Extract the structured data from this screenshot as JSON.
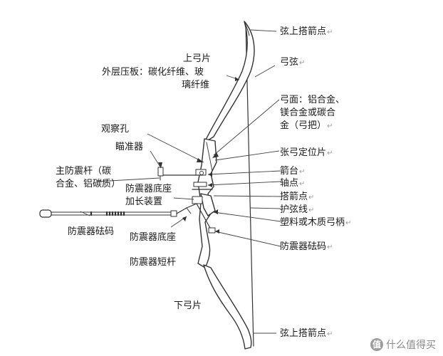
{
  "labels": {
    "upper_nock_point": "弦上搭箭点",
    "upper_limb": "上弓片",
    "laminate": "外层压板：碳化纤维、玻",
    "laminate_cont": "璃纤维",
    "bowstring": "弓弦",
    "riser_line1": "弓面：铝合金、",
    "riser_line2": "镁合金或碳合",
    "riser_line3": "金（弓把）",
    "peep_hole": "观察孔",
    "sight": "瞄准器",
    "limb_pocket": "张弓定位片",
    "long_rod_line1": "主防震杆（碳",
    "long_rod_line2": "合金、铝碳质）",
    "arrow_rest": "箭台",
    "pivot_point": "轴点",
    "stabilizer_base_ext_line1": "防震器底座",
    "stabilizer_base_ext_line2": "加长装置",
    "nocking_point": "搭箭点",
    "string_guard": "护弦线",
    "grip": "塑料或木质弓柄",
    "stabilizer_weight_left": "防震器砝码",
    "stabilizer_base": "防震器底座",
    "stabilizer_weight_right": "防震器砝码",
    "short_rod": "防震器短杆",
    "lower_limb": "下弓片",
    "lower_nock_point": "弦上搭箭点"
  },
  "paragraph_mark": "↵",
  "watermark": {
    "badge": "值",
    "text": "什么值得买"
  },
  "colors": {
    "line": "#333333",
    "fill": "#ffffff",
    "text": "#1a1a1a",
    "mark": "#9a9a9a"
  }
}
